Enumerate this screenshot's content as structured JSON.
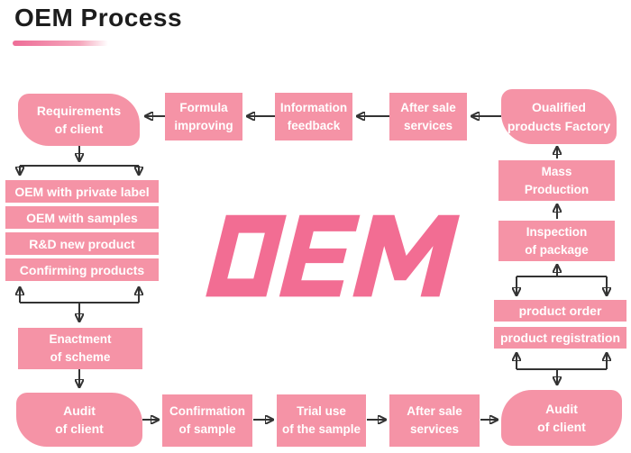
{
  "title": "OEM Process",
  "logo": {
    "text": "OEM"
  },
  "colors": {
    "box_pink": "#f593a6",
    "logo_pink": "#f26d93",
    "arrow": "#333333",
    "title_color": "#1d1d1d",
    "underline_from": "#ee6d97"
  },
  "nodes": {
    "requirements": "Requirements\nof client",
    "formula": "Formula\nimproving",
    "information": "Information\nfeedback",
    "after_sale_top": "After sale\nservices",
    "qualified": "Oualified\nproducts Factory",
    "stack": [
      "OEM with private label",
      "OEM with samples",
      "R&D new product",
      "Confirming products"
    ],
    "enactment": "Enactment\nof scheme",
    "audit_left": "Audit\nof client",
    "confirmation": "Confirmation\nof sample",
    "trial": "Trial use\nof the sample",
    "after_sale_bottom": "After sale\nservices",
    "audit_right": "Audit\nof client",
    "product_order": "product order",
    "product_registration": "product registration",
    "inspection": "Inspection\nof package",
    "mass_production": "Mass\nProduction"
  }
}
